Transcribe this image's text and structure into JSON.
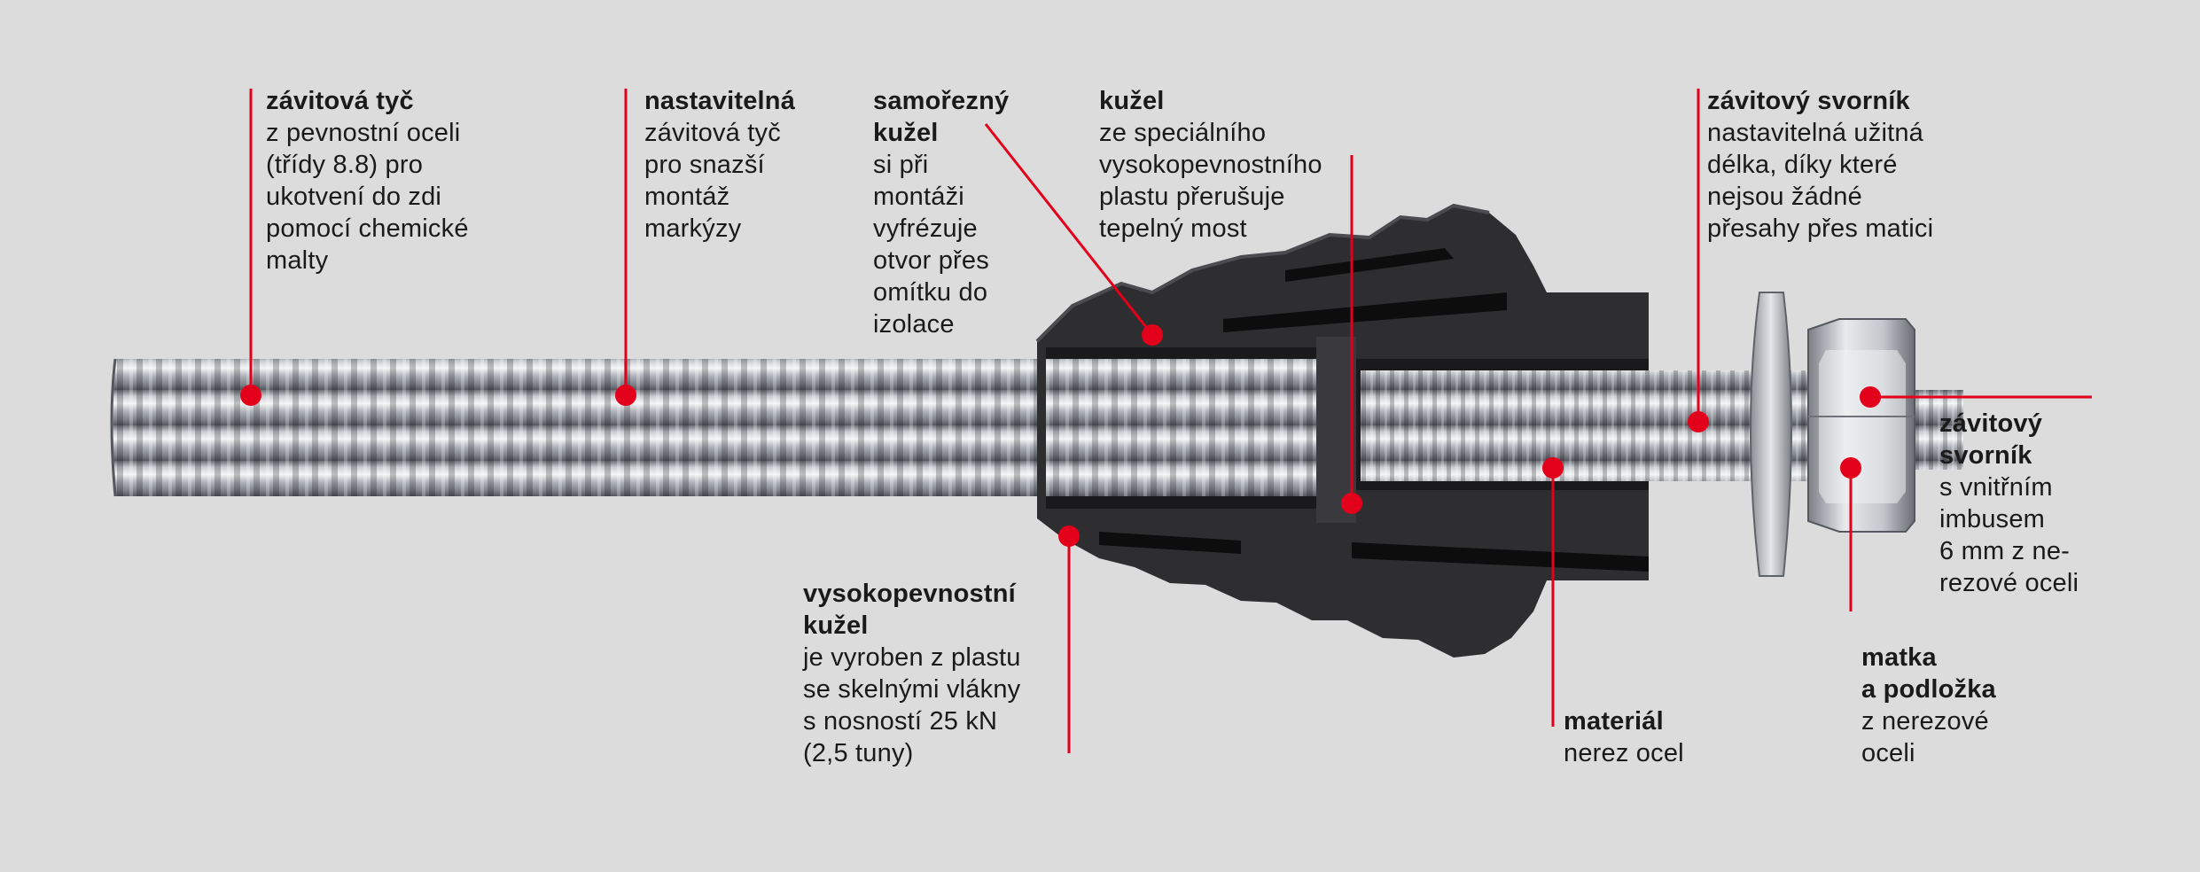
{
  "colors": {
    "background": "#dcdcdc",
    "callout": "#e3001b",
    "plastic": "#2e2e31",
    "steel": "#b8bcc2"
  },
  "callouts": [
    {
      "id": "threaded-rod",
      "title": "závitová tyč",
      "desc": "z pevnostní oceli\n(třídy 8.8) pro\nukotvení do zdi\npomocí chemické\nmalty"
    },
    {
      "id": "adjustable-rod",
      "title": "nastavitelná",
      "desc": "závitová tyč\npro snazší\nmontáž\nmarkýzy"
    },
    {
      "id": "self-cutting-cone",
      "title": "samořezný\nkužel",
      "desc": "si při\nmontáži\nvyfrézuje\notvor přes\nomítku do\nizolace"
    },
    {
      "id": "cone-plastic",
      "title": "kužel",
      "desc": "ze speciálního\nvysokopevnostního\nplastu přerušuje\ntepelný most"
    },
    {
      "id": "threaded-bolt-top",
      "title": "závitový svorník",
      "desc": "nastavitelná užitná\ndélka, díky které\nnejsou žádné\npřesahy přes matici"
    },
    {
      "id": "threaded-bolt-hex",
      "title": "závitový\nsvorník",
      "desc": "s vnitřním\nimbusem\n6 mm z ne-\nrezové oceli"
    },
    {
      "id": "high-strength-cone",
      "title": "vysokopevnostní\nkužel",
      "desc": "je vyroben z plastu\nse skelnými vlákny\ns nosností 25 kN\n(2,5 tuny)"
    },
    {
      "id": "material",
      "title": "materiál",
      "desc": "nerez ocel"
    },
    {
      "id": "nut-washer",
      "title": "matka\na podložka",
      "desc": "z nerezové\noceli"
    }
  ]
}
